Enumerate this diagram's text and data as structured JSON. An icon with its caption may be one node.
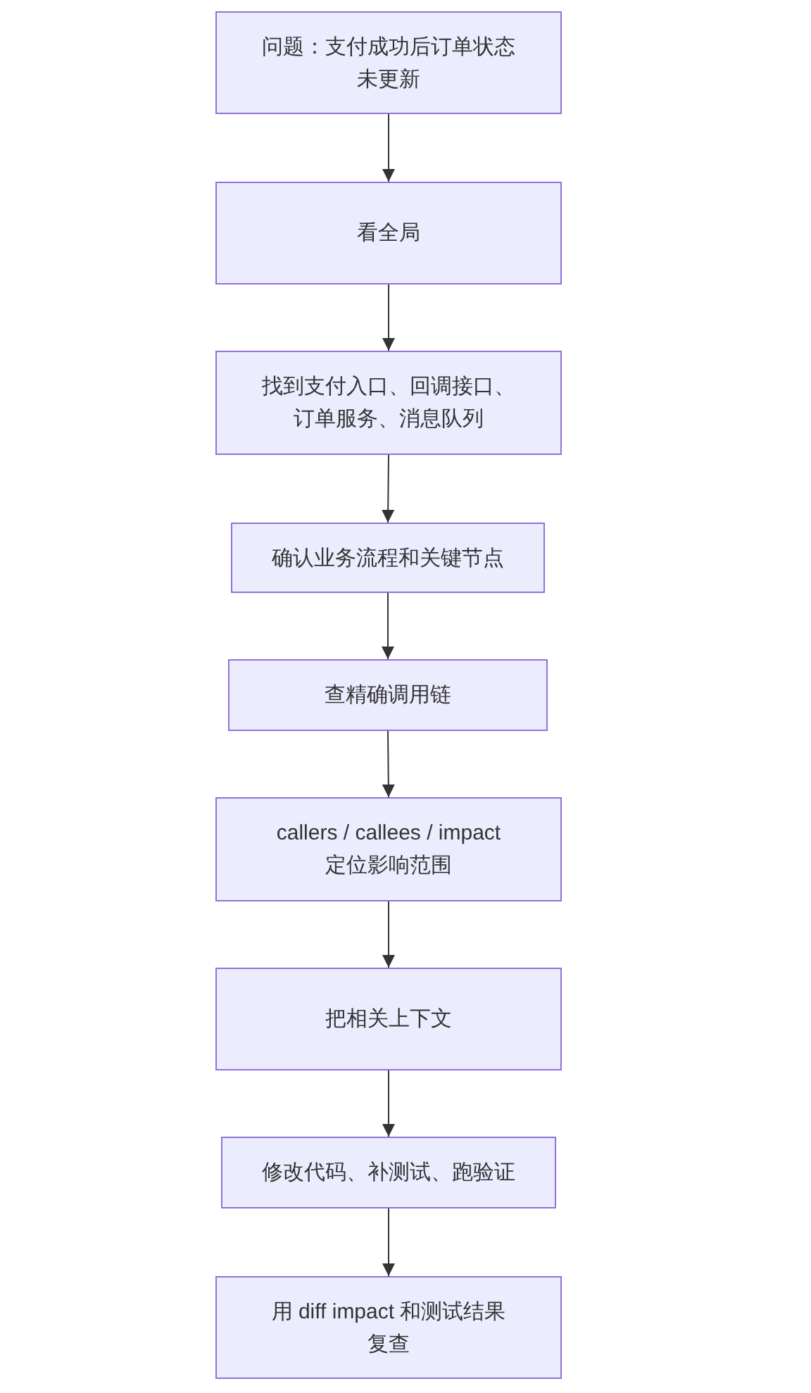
{
  "diagram": {
    "nodes": [
      {
        "text": [
          "问题：支付成功后订单状态未更新"
        ]
      },
      {
        "text": [
          "看全局"
        ]
      },
      {
        "text": [
          "找到支付入口、回调接口、订单服务、消息队列"
        ]
      },
      {
        "text": [
          "确认业务流程和关键节点"
        ]
      },
      {
        "text": [
          "查精确调用链"
        ]
      },
      {
        "text": [
          "callers / callees / impact 定位影响范围"
        ]
      },
      {
        "text": [
          "把相关上下文"
        ]
      },
      {
        "text": [
          "修改代码、补测试、跑验证"
        ]
      },
      {
        "text": [
          "用 diff impact 和测试结果复查"
        ]
      }
    ],
    "edges": [
      {
        "from": 0,
        "to": 1,
        "arrow": "to"
      },
      {
        "from": 1,
        "to": 2,
        "arrow": "to"
      },
      {
        "from": 2,
        "to": 3,
        "arrow": "to"
      },
      {
        "from": 3,
        "to": 4,
        "arrow": "to"
      },
      {
        "from": 4,
        "to": 5,
        "arrow": "to"
      },
      {
        "from": 5,
        "to": 6,
        "arrow": "to"
      },
      {
        "from": 6,
        "to": 7,
        "arrow": "to"
      },
      {
        "from": 7,
        "to": 8,
        "arrow": "to"
      }
    ]
  }
}
